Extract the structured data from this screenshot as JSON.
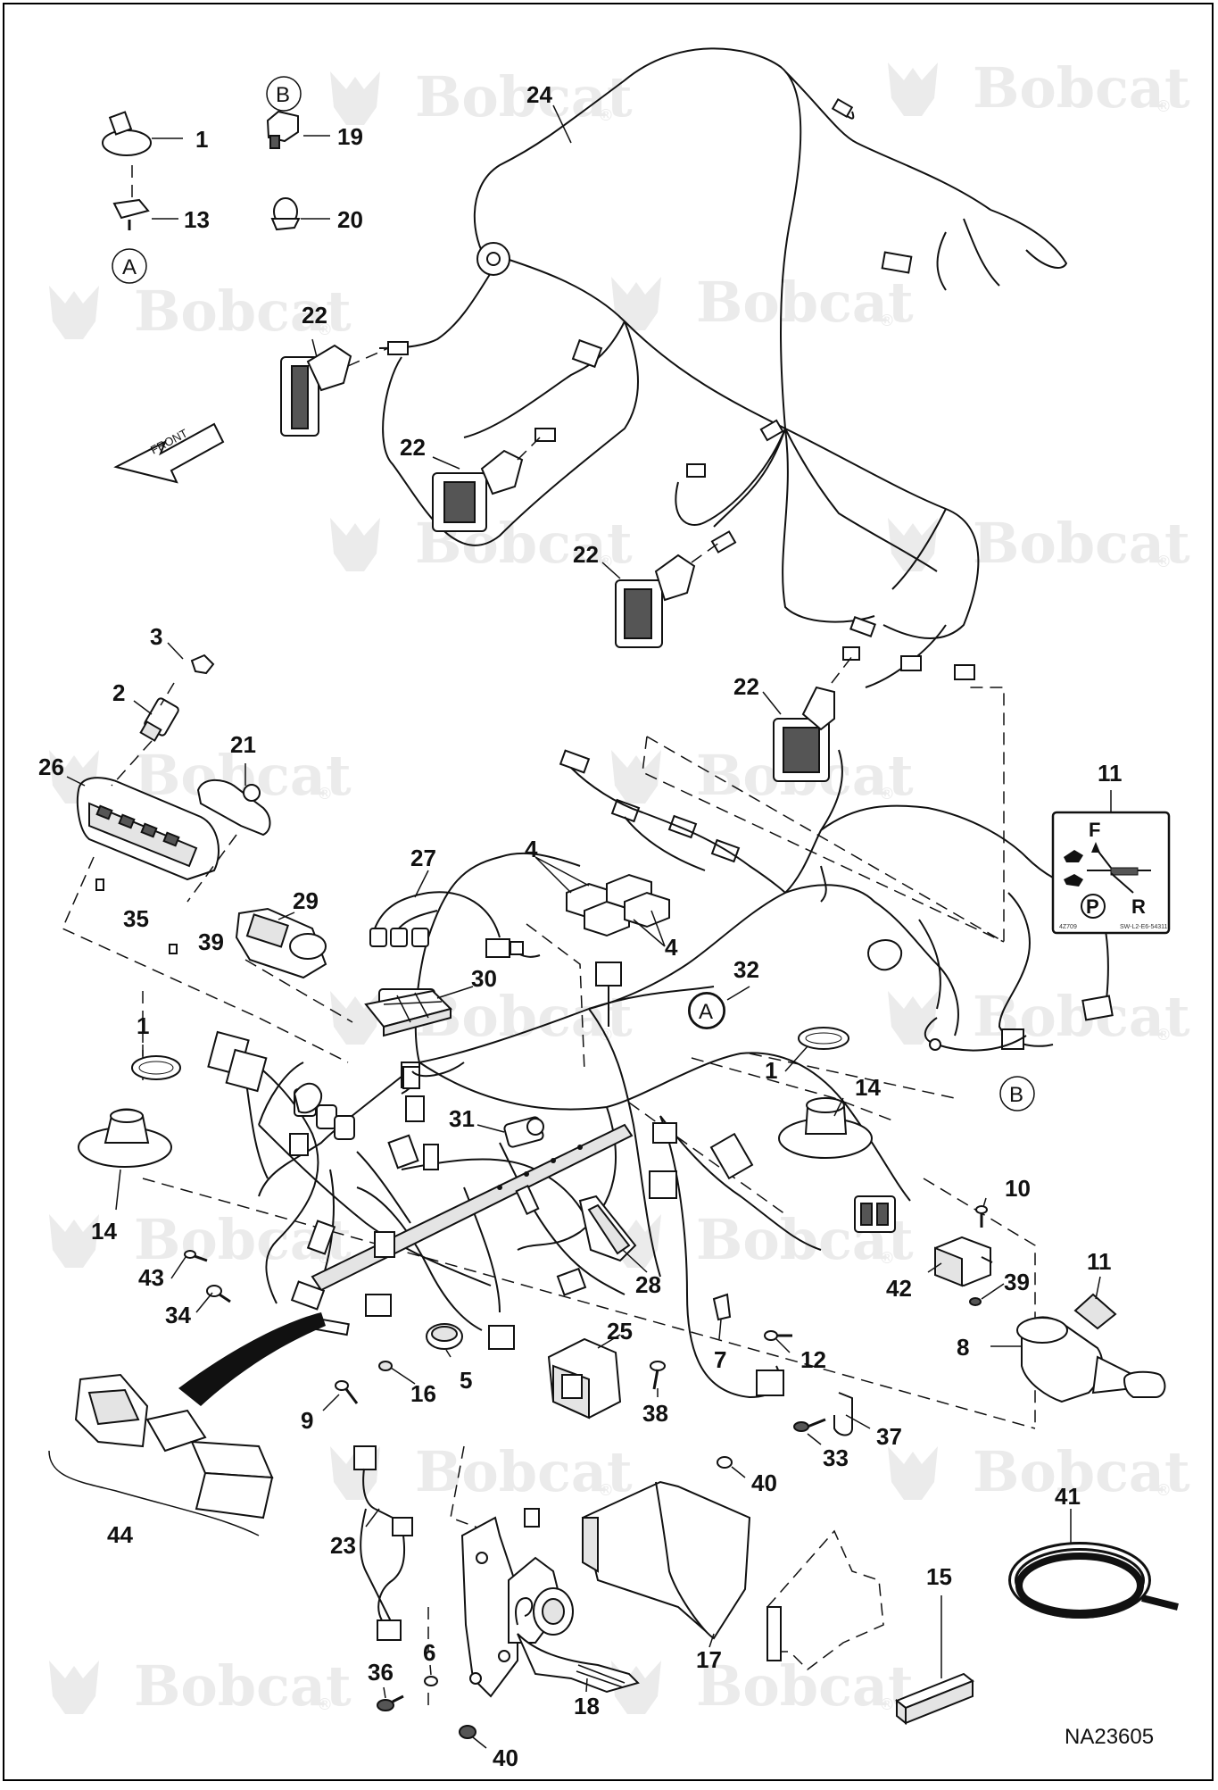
{
  "watermark": {
    "brand": "Bobcat",
    "mark": "®"
  },
  "figure_code": "NA23605",
  "direction_arrow": {
    "label": "FRONT"
  },
  "detail_letters": {
    "a_top": "A",
    "b_top": "B",
    "a_harness": "A",
    "b_harness": "B"
  },
  "callouts": {
    "c1a": "1",
    "c13": "13",
    "c19": "19",
    "c20": "20",
    "c24": "24",
    "c22a": "22",
    "c22b": "22",
    "c22c": "22",
    "c22d": "22",
    "c3": "3",
    "c2": "2",
    "c26": "26",
    "c21": "21",
    "c35": "35",
    "c39a": "39",
    "c27": "27",
    "c29": "29",
    "c4a": "4",
    "c4b": "4",
    "c30": "30",
    "c32": "32",
    "c11a": "11",
    "c1b": "1",
    "c14a": "14",
    "c1c": "1",
    "c14b": "14",
    "c31": "31",
    "c10": "10",
    "c42": "42",
    "c39b": "39",
    "c11b": "11",
    "c8": "8",
    "c43": "43",
    "c34": "34",
    "c28": "28",
    "c25": "25",
    "c7": "7",
    "c12": "12",
    "c5": "5",
    "c16": "16",
    "c9": "9",
    "c38": "38",
    "c37": "37",
    "c33": "33",
    "c44": "44",
    "c40a": "40",
    "c41": "41",
    "c23": "23",
    "c15": "15",
    "c17": "17",
    "c6": "6",
    "c36": "36",
    "c18": "18",
    "c40b": "40"
  },
  "decal": {
    "forward": "F",
    "park": "P",
    "reverse": "R",
    "code_left": "4Z709",
    "code_right": "SW-L2-E6-54311"
  }
}
